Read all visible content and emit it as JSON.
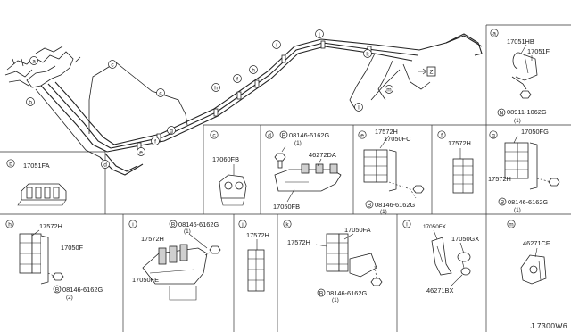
{
  "drawing_code": "J 7300W6",
  "main": {
    "callouts": [
      "a",
      "b",
      "c",
      "d",
      "e",
      "f",
      "g",
      "h",
      "i",
      "j",
      "k",
      "l",
      "m",
      "Z"
    ]
  },
  "panels": {
    "a": {
      "letter": "a",
      "parts": [
        "17051HB",
        "17051F",
        "08911-1062G"
      ],
      "qty": "(1)",
      "bolt_prefix": "N"
    },
    "b": {
      "letter": "b",
      "parts": [
        "17051FA"
      ]
    },
    "c": {
      "letter": "c",
      "parts": [
        "17060FB"
      ]
    },
    "d": {
      "letter": "d",
      "parts": [
        "08146-6162G",
        "46272DA",
        "17050FB"
      ],
      "qty": "(1)",
      "bolt_prefix": "B"
    },
    "e": {
      "letter": "e",
      "parts": [
        "17572H",
        "17050FC",
        "08146-6162G"
      ],
      "qty": "(1)",
      "bolt_prefix": "B"
    },
    "f": {
      "letter": "f",
      "parts": [
        "17572H"
      ]
    },
    "g": {
      "letter": "g",
      "parts": [
        "17050FG",
        "17572H",
        "08146-6162G"
      ],
      "qty": "(1)",
      "bolt_prefix": "B"
    },
    "h": {
      "letter": "h",
      "parts": [
        "17572H",
        "17050F",
        "08146-6162G"
      ],
      "qty": "(2)",
      "bolt_prefix": "B"
    },
    "i": {
      "letter": "i",
      "parts": [
        "08146-6162G",
        "17572H",
        "17050FE"
      ],
      "qty": "(1)",
      "bolt_prefix": "B"
    },
    "j": {
      "letter": "j",
      "parts": [
        "17572H"
      ]
    },
    "k": {
      "letter": "k",
      "parts": [
        "17572H",
        "17050FA",
        "08146-6162G"
      ],
      "qty": "(1)",
      "bolt_prefix": "B"
    },
    "l": {
      "letter": "l",
      "parts": [
        "17050FX",
        "17050GX",
        "46271BX"
      ]
    },
    "m": {
      "letter": "m",
      "parts": [
        "46271CF"
      ]
    }
  }
}
